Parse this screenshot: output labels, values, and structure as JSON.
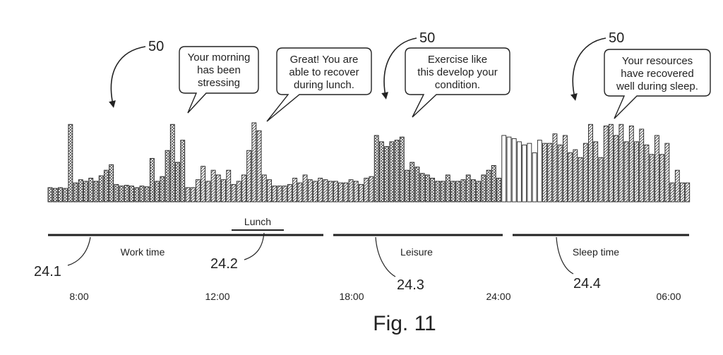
{
  "figure": {
    "caption": "Fig. 11",
    "arrow_label": "50",
    "bubbles": [
      {
        "lines": [
          "Your morning",
          "has been",
          "stressing"
        ]
      },
      {
        "lines": [
          "Great! You are",
          "able to recover",
          "during lunch."
        ]
      },
      {
        "lines": [
          "Exercise like",
          "this develop your",
          "condition."
        ]
      },
      {
        "lines": [
          "Your resources",
          "have recovered",
          "well during sleep."
        ]
      }
    ],
    "segments": [
      {
        "label": "Work time",
        "ref": "24.1"
      },
      {
        "label": "Leisure",
        "ref": "24.3"
      },
      {
        "label": "Sleep time",
        "ref": "24.4"
      }
    ],
    "lunch": {
      "label": "Lunch",
      "ref": "24.2"
    },
    "times": [
      "8:00",
      "12:00",
      "18:00",
      "24:00",
      "06:00"
    ]
  },
  "chart_data": {
    "type": "bar",
    "values": [
      0.18,
      0.17,
      0.18,
      0.17,
      0.98,
      0.24,
      0.28,
      0.26,
      0.3,
      0.26,
      0.33,
      0.4,
      0.47,
      0.22,
      0.2,
      0.21,
      0.2,
      0.18,
      0.2,
      0.19,
      0.55,
      0.26,
      0.32,
      0.65,
      0.98,
      0.5,
      0.78,
      0.18,
      0.18,
      0.28,
      0.45,
      0.26,
      0.4,
      0.34,
      0.28,
      0.4,
      0.22,
      0.26,
      0.34,
      0.65,
      1.0,
      0.9,
      0.34,
      0.28,
      0.2,
      0.2,
      0.2,
      0.22,
      0.3,
      0.24,
      0.34,
      0.28,
      0.26,
      0.3,
      0.28,
      0.26,
      0.26,
      0.24,
      0.24,
      0.28,
      0.26,
      0.22,
      0.3,
      0.32,
      0.84,
      0.76,
      0.7,
      0.76,
      0.78,
      0.82,
      0.4,
      0.5,
      0.44,
      0.36,
      0.34,
      0.3,
      0.26,
      0.26,
      0.34,
      0.26,
      0.26,
      0.28,
      0.34,
      0.28,
      0.26,
      0.34,
      0.4,
      0.46,
      0.3,
      0.84,
      0.82,
      0.8,
      0.76,
      0.72,
      0.74,
      0.62,
      0.78,
      0.74,
      0.74,
      0.86,
      0.72,
      0.84,
      0.62,
      0.66,
      0.56,
      0.74,
      0.98,
      0.76,
      0.56,
      0.96,
      0.98,
      0.84,
      0.98,
      0.76,
      0.96,
      0.76,
      0.92,
      0.72,
      0.6,
      0.84,
      0.6,
      0.74,
      0.24,
      0.4,
      0.24,
      0.24
    ],
    "fill_pattern": [
      "crosshatch x27",
      "diagonal x37",
      "crosshatch x25",
      "none x8",
      "diagonal x27"
    ]
  }
}
